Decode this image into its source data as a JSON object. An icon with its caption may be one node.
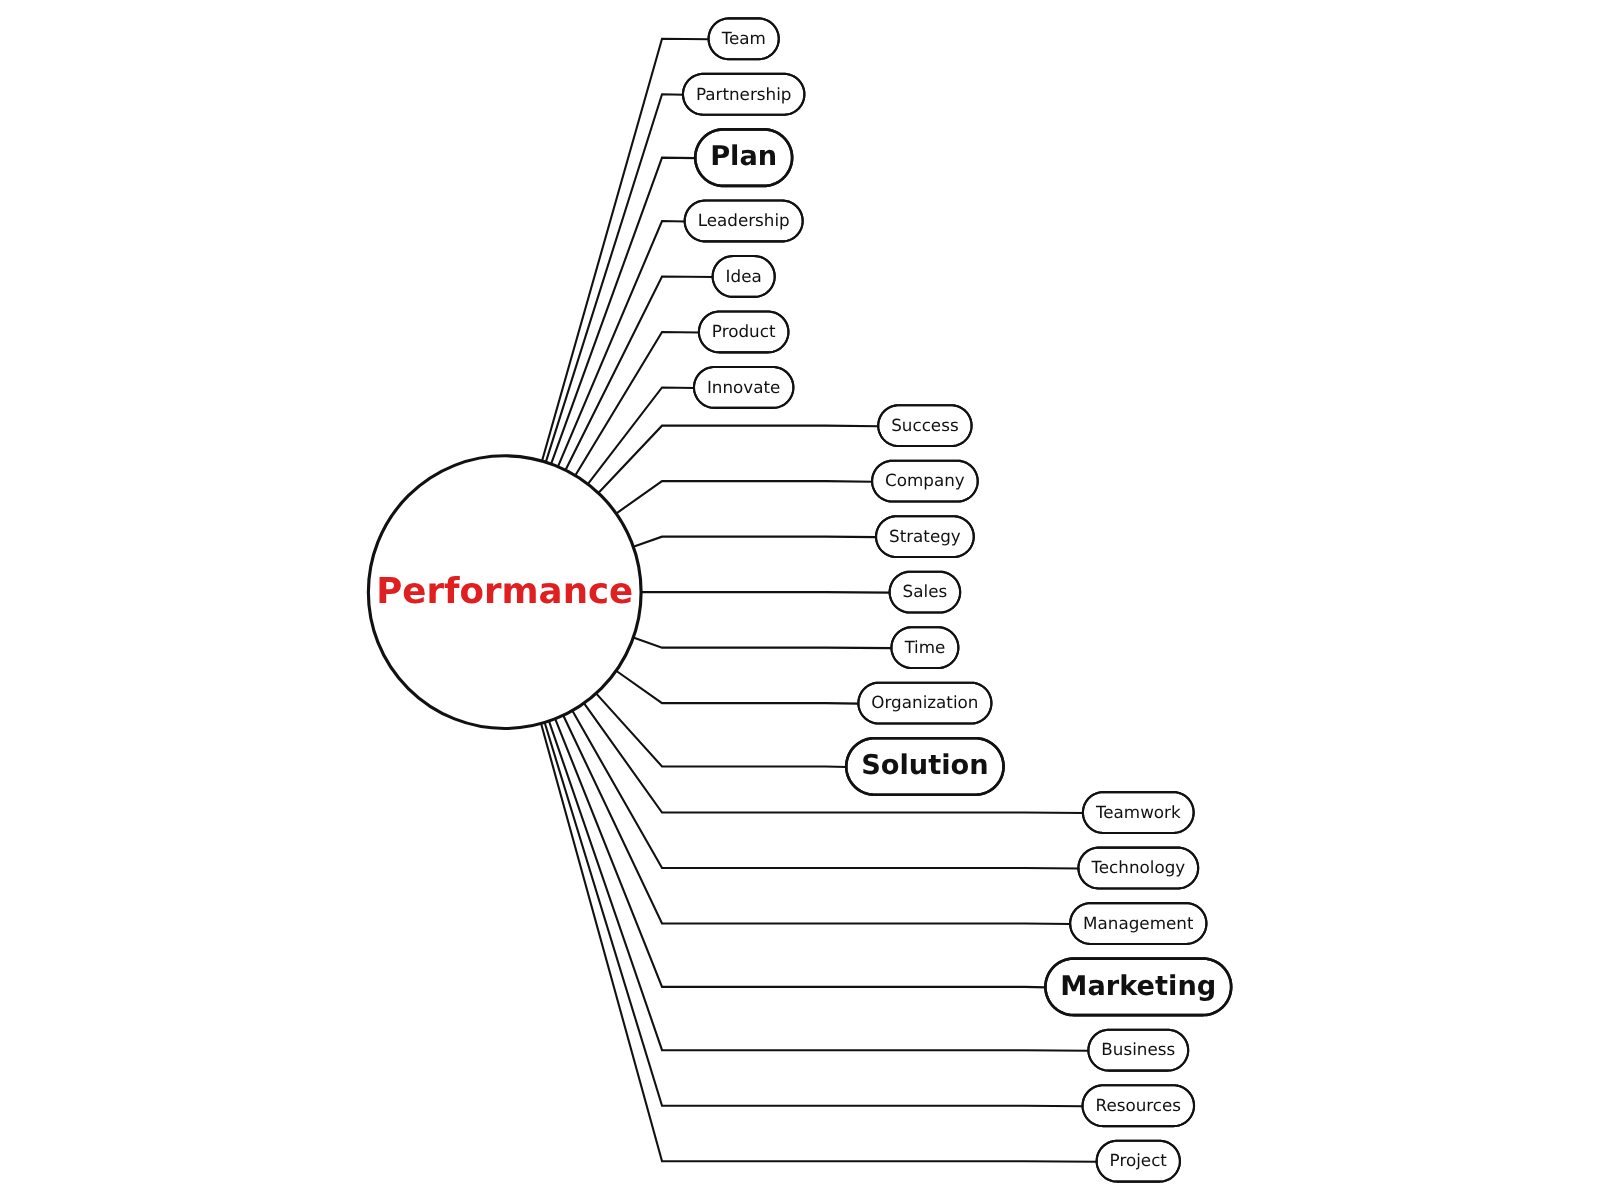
{
  "diagram": {
    "nodes": [
      {
        "text": [
          "Performance"
        ]
      },
      {
        "text": [
          "Team"
        ]
      },
      {
        "text": [
          "Success"
        ]
      },
      {
        "text": [
          "Teamwork"
        ]
      },
      {
        "text": [
          "Partnership"
        ]
      },
      {
        "text": [
          "Company"
        ]
      },
      {
        "text": [
          "Technology"
        ]
      },
      {
        "text": [
          "Plan"
        ]
      },
      {
        "text": [
          "Strategy"
        ]
      },
      {
        "text": [
          "Management"
        ]
      },
      {
        "text": [
          "Leadership"
        ]
      },
      {
        "text": [
          "Sales"
        ]
      },
      {
        "text": [
          "Marketing"
        ]
      },
      {
        "text": [
          "Idea"
        ]
      },
      {
        "text": [
          "Time"
        ]
      },
      {
        "text": [
          "Business"
        ]
      },
      {
        "text": [
          "Product"
        ]
      },
      {
        "text": [
          "Organization"
        ]
      },
      {
        "text": [
          "Resources"
        ]
      },
      {
        "text": [
          "Innovate"
        ]
      },
      {
        "text": [
          "Solution"
        ]
      },
      {
        "text": [
          "Project"
        ]
      }
    ],
    "edges": [
      {
        "from": 0,
        "to": 1,
        "arrow": "none"
      },
      {
        "from": 0,
        "to": 2,
        "arrow": "none"
      },
      {
        "from": 0,
        "to": 3,
        "arrow": "none"
      },
      {
        "from": 0,
        "to": 4,
        "arrow": "none"
      },
      {
        "from": 0,
        "to": 5,
        "arrow": "none"
      },
      {
        "from": 0,
        "to": 6,
        "arrow": "none"
      },
      {
        "from": 0,
        "to": 7,
        "arrow": "none"
      },
      {
        "from": 0,
        "to": 8,
        "arrow": "none"
      },
      {
        "from": 0,
        "to": 9,
        "arrow": "none"
      },
      {
        "from": 0,
        "to": 10,
        "arrow": "none"
      },
      {
        "from": 0,
        "to": 11,
        "arrow": "none"
      },
      {
        "from": 0,
        "to": 12,
        "arrow": "none"
      },
      {
        "from": 0,
        "to": 13,
        "arrow": "none"
      },
      {
        "from": 0,
        "to": 14,
        "arrow": "none"
      },
      {
        "from": 0,
        "to": 15,
        "arrow": "none"
      },
      {
        "from": 0,
        "to": 16,
        "arrow": "none"
      },
      {
        "from": 0,
        "to": 17,
        "arrow": "none"
      },
      {
        "from": 0,
        "to": 18,
        "arrow": "none"
      },
      {
        "from": 0,
        "to": 19,
        "arrow": "none"
      },
      {
        "from": 0,
        "to": 20,
        "arrow": "none"
      },
      {
        "from": 0,
        "to": 21,
        "arrow": "none"
      }
    ]
  }
}
